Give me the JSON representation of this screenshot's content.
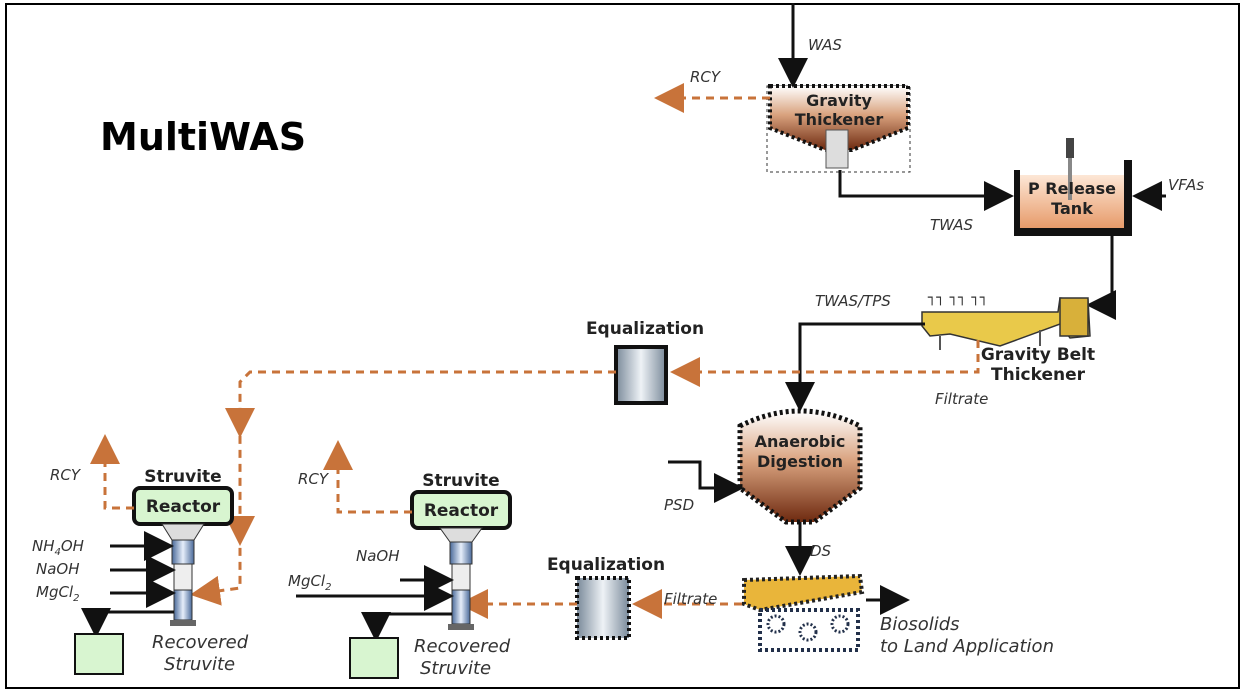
{
  "title": "MultiWAS",
  "units": {
    "gravity_thickener": [
      "Gravity",
      "Thickener"
    ],
    "p_release_tank": [
      "P Release",
      "Tank"
    ],
    "gravity_belt_thickener": [
      "Gravity Belt",
      "Thickener"
    ],
    "anaerobic_digestion": [
      "Anaerobic",
      "Digestion"
    ],
    "equalization_top": "Equalization",
    "equalization_bottom": "Equalization",
    "struvite_reactor_left": [
      "Struvite",
      "Reactor"
    ],
    "struvite_reactor_right": [
      "Struvite",
      "Reactor"
    ]
  },
  "streams": {
    "was": "WAS",
    "rcy_top": "RCY",
    "twas": "TWAS",
    "vfas": "VFAs",
    "twas_tps": "TWAS/TPS",
    "filtrate_top": "Filtrate",
    "psd": "PSD",
    "ds": "DS",
    "filtrate_bottom": "Filtrate",
    "biosolids": [
      "Biosolids",
      "to Land Application"
    ],
    "rcy_left": "RCY",
    "rcy_right": "RCY",
    "chem_left": [
      "NH",
      "4",
      "OH",
      "NaOH",
      "MgCl",
      "2"
    ],
    "chem_right": [
      "NaOH",
      "MgCl",
      "2"
    ],
    "recovered_left": [
      "Recovered",
      "Struvite"
    ],
    "recovered_right": [
      "Recovered",
      "Struvite"
    ]
  },
  "colors": {
    "recycle_flow": "#c8733a",
    "sludge": "#8a3d1c",
    "reactor_fill": "#d8f5d0",
    "tank_fill": "#f6c9a8"
  }
}
